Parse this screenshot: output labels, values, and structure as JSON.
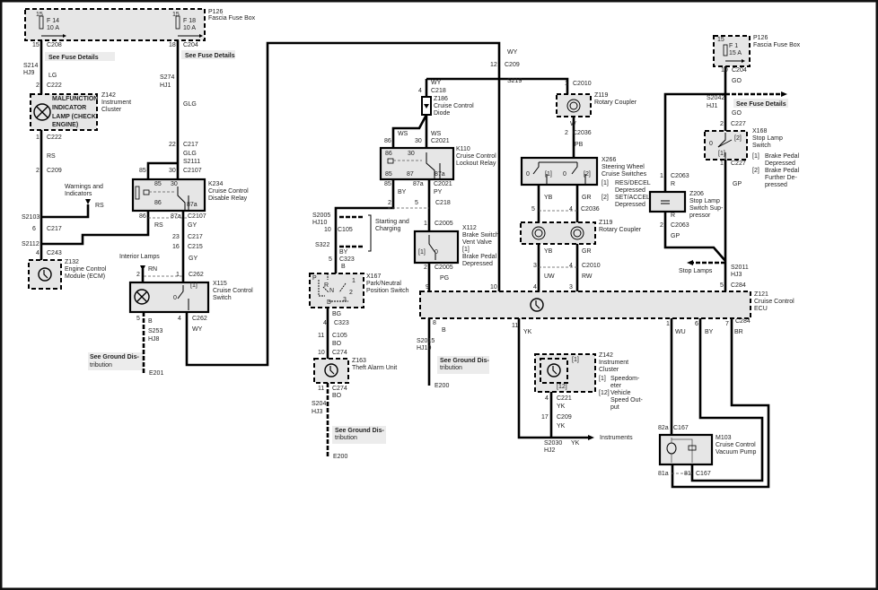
{
  "fuse_box_left": [
    "15",
    "F 14",
    "10 A",
    "15",
    "F 18",
    "10 A",
    "P126",
    "Fascia Fuse Box"
  ],
  "mil": [
    "15",
    "C208",
    "See Fuse Details",
    "S214",
    "HJ9",
    "LG",
    "2",
    "C222",
    "MALFUNCTION",
    "INDICATOR",
    "LAMP (CHECK",
    "ENGINE)",
    "Z142",
    "Instrument",
    "Cluster",
    "1",
    "C222",
    "RS",
    "2",
    "C209",
    "Warnings and",
    "Indicators",
    "RS",
    "S2103",
    "6",
    "C217",
    "S2112",
    "4",
    "C243",
    "Z132",
    "Engine Control",
    "Module (ECM)"
  ],
  "k234": [
    "18",
    "C204",
    "See Fuse Details",
    "S274",
    "HJ1",
    "GLG",
    "22",
    "C217",
    "GLG",
    "S2111",
    "85",
    "30",
    "C2107",
    "85",
    "30",
    "86",
    "87a",
    "K234",
    "Cruise Control",
    "Disable Relay",
    "86",
    "87a",
    "C2107",
    "RS",
    "GY",
    "23",
    "C217",
    "16",
    "C215",
    "GY"
  ],
  "x115": [
    "Interior Lamps",
    "RN",
    "2",
    "1",
    "C262",
    "[1]",
    "0",
    "X115",
    "Cruise Control",
    "Switch",
    "5",
    "B",
    "4",
    "C262",
    "WY",
    "S253",
    "HJ8",
    "See Ground Dis-",
    "tribution",
    "E201"
  ],
  "k110": [
    "WY",
    "12",
    "C209",
    "S219",
    "WY",
    "4",
    "C218",
    "Z186",
    "Cruise Control",
    "Diode",
    "WS",
    "WS",
    "86",
    "30",
    "C2021",
    "86",
    "30",
    "85",
    "87",
    "87a",
    "K110",
    "Cruise Control",
    "Lockout Relay",
    "85",
    "87a",
    "C2021",
    "BY",
    "PY",
    "2",
    "5",
    "C218"
  ],
  "x112": [
    "1",
    "C2005",
    "[1]",
    "0",
    "X112",
    "Brake Switch",
    "Vent Valve",
    "[1]",
    "Brake Pedal",
    "Depressed",
    "2",
    "C2005",
    "PG",
    "9",
    "10"
  ],
  "x167": [
    "S2005",
    "HJ10",
    "10",
    "C105",
    "S322",
    "BY",
    "5",
    "C323",
    "B",
    "Starting and",
    "Charging",
    "P",
    "R",
    "N",
    "D",
    "1",
    "2",
    "3",
    "X167",
    "Park/Neutral",
    "Position Switch",
    "BG",
    "4",
    "C323",
    "11",
    "C105",
    "BO",
    "10",
    "C274",
    "Z163",
    "Theft Alarm Unit",
    "11",
    "C274",
    "BO",
    "S204",
    "HJ3",
    "See Ground Dis-",
    "tribution",
    "E200"
  ],
  "x266": [
    "1",
    "C2010",
    "Z119",
    "Rotary Coupler",
    "W",
    "2",
    "C2036",
    "PB",
    "0",
    "[1]",
    "0",
    "[2]",
    "X266",
    "Steering Wheel",
    "Cruise Switches",
    "[1]",
    "RES/DECEL",
    "Depressed",
    "[2]",
    "SET/ACCEL",
    "Depressed",
    "YB",
    "GR",
    "5",
    "4",
    "C2036",
    "Z119",
    "Rotary Coupler",
    "YB",
    "GR",
    "3",
    "4",
    "C2010",
    "UW",
    "RW",
    "4",
    "3"
  ],
  "stop": [
    "15",
    "F 1",
    "15 A",
    "P126",
    "Fascia Fuse Box",
    "10",
    "C204",
    "GO",
    "S2042",
    "HJ1",
    "See Fuse Details",
    "GO",
    "2",
    "C227",
    "0",
    "[2]",
    "[1]",
    "X168",
    "Stop Lamp",
    "Switch",
    "[1]",
    "Brake Pedal",
    "Depressed",
    "[2]",
    "Brake Pedal",
    "Further De-",
    "pressed",
    "1",
    "C227",
    "GP",
    "1",
    "C2063",
    "R",
    "Z206",
    "Stop Lamp",
    "Switch Sup-",
    "pressor",
    "R",
    "2",
    "C2063",
    "GP",
    "Stop Lamps",
    "S2011",
    "HJ3",
    "5",
    "C284"
  ],
  "ecu": [
    "Z121",
    "Cruise Control",
    "ECU",
    "8",
    "B",
    "S2015",
    "HJ10",
    "See Ground Dis-",
    "tribution",
    "E200",
    "11",
    "YK",
    "1",
    "WU",
    "6",
    "BY",
    "7",
    "C284",
    "BR"
  ],
  "z142b": [
    "Z142",
    "Instrument",
    "Cluster",
    "[1]",
    "[12]",
    "[1]",
    "Speedom-",
    "eter",
    "[12]",
    "Vehicle",
    "Speed Out-",
    "put",
    "4",
    "C221",
    "YK",
    "17",
    "C209",
    "YK",
    "S2030",
    "HJ2",
    "YK",
    "Instruments"
  ],
  "m103": [
    "82a",
    "C167",
    "M103",
    "Cruise Control",
    "Vacuum Pump",
    "81a",
    "81",
    "C167"
  ],
  "colors": {
    "wire": "#000000",
    "component_fill": "#e6e6e6",
    "note_fill": "#ececec"
  },
  "icons": [
    "lamp-icon",
    "ecu-icon",
    "rotary-coupler-icon",
    "motor-icon",
    "diode-icon",
    "fuse-icon",
    "arrow-icon"
  ]
}
